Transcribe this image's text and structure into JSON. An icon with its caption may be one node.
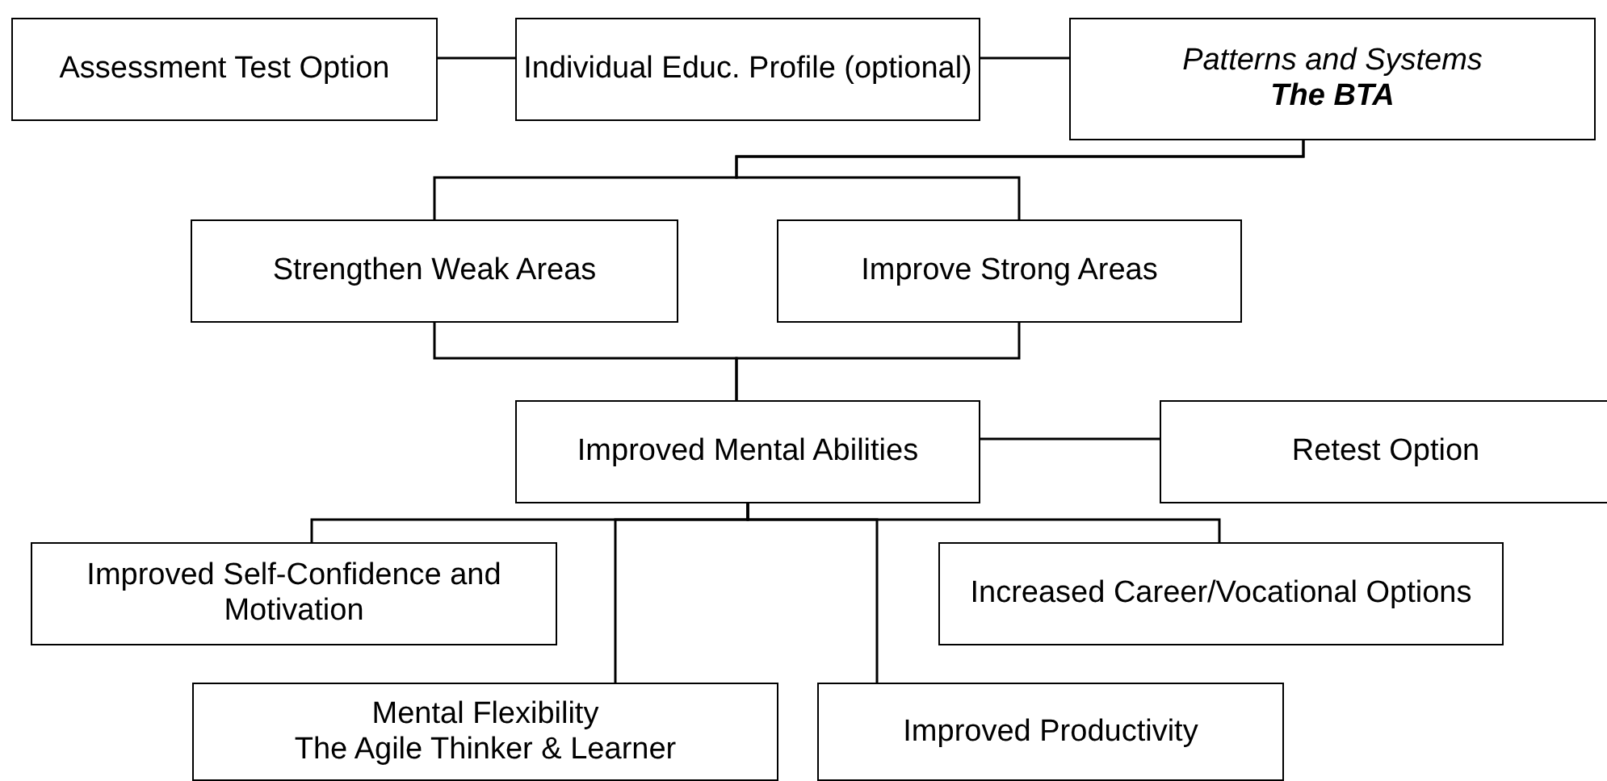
{
  "diagram": {
    "nodes": [
      {
        "text": [
          "Assessment Test Option"
        ]
      },
      {
        "text": [
          "Individual Educ. Profile (optional)"
        ]
      },
      {
        "text": [
          "Patterns and Systems",
          "The BTA"
        ]
      },
      {
        "text": [
          "Strengthen Weak Areas"
        ]
      },
      {
        "text": [
          "Improve Strong Areas"
        ]
      },
      {
        "text": [
          "Improved Mental Abilities"
        ]
      },
      {
        "text": [
          "Retest Option"
        ]
      },
      {
        "text": [
          "Improved Self-Confidence and Motivation"
        ]
      },
      {
        "text": [
          "Increased Career/Vocational Options"
        ]
      },
      {
        "text": [
          "Mental Flexibility",
          "The Agile Thinker  & Learner"
        ]
      },
      {
        "text": [
          "Improved Productivity"
        ]
      }
    ],
    "edges": [
      {
        "from": 0,
        "to": 1,
        "arrow": "none"
      },
      {
        "from": 1,
        "to": 2,
        "arrow": "none"
      },
      {
        "from": 2,
        "to": 3,
        "arrow": "none"
      },
      {
        "from": 2,
        "to": 4,
        "arrow": "none"
      },
      {
        "from": 3,
        "to": 5,
        "arrow": "none"
      },
      {
        "from": 4,
        "to": 5,
        "arrow": "none"
      },
      {
        "from": 5,
        "to": 6,
        "arrow": "none"
      },
      {
        "from": 5,
        "to": 7,
        "arrow": "none"
      },
      {
        "from": 5,
        "to": 9,
        "arrow": "none"
      },
      {
        "from": 5,
        "to": 10,
        "arrow": "none"
      },
      {
        "from": 5,
        "to": 8,
        "arrow": "none"
      }
    ]
  }
}
